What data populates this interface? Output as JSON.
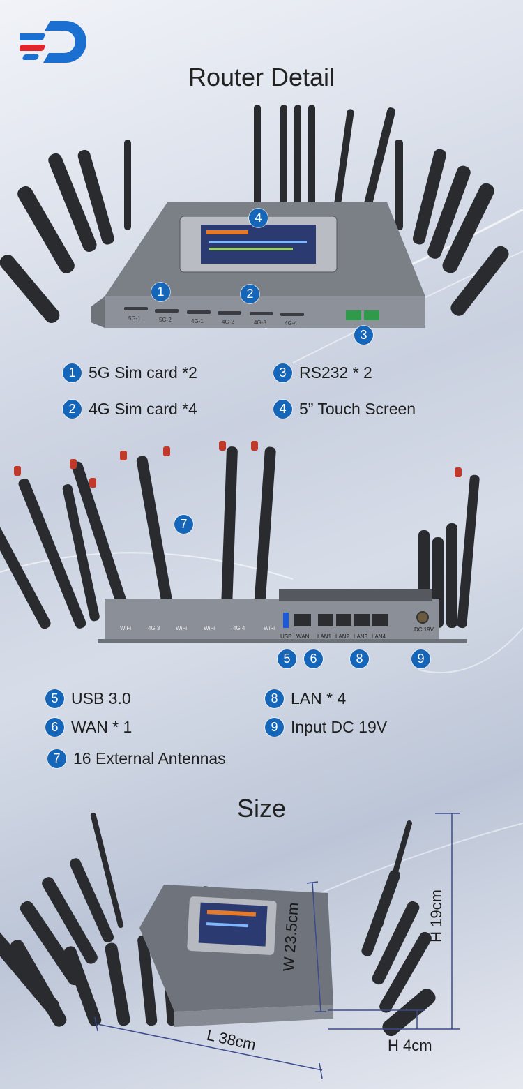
{
  "header": {
    "title": "Router Detail"
  },
  "section1": {
    "callouts": [
      "1",
      "2",
      "3",
      "4"
    ],
    "features": [
      {
        "num": "1",
        "text": "5G Sim card *2"
      },
      {
        "num": "3",
        "text": "RS232 * 2"
      },
      {
        "num": "2",
        "text": "4G Sim card *4"
      },
      {
        "num": "4",
        "text": "5”  Touch Screen"
      }
    ],
    "slot_labels": [
      "5G-1",
      "5G-2",
      "4G-1",
      "4G-2",
      "4G-3",
      "4G-4"
    ]
  },
  "section2": {
    "callouts": [
      "5",
      "6",
      "7",
      "8",
      "9"
    ],
    "features": [
      {
        "num": "5",
        "text": "USB 3.0"
      },
      {
        "num": "8",
        "text": "LAN * 4"
      },
      {
        "num": "6",
        "text": "WAN * 1"
      },
      {
        "num": "9",
        "text": "Input DC 19V"
      },
      {
        "num": "7",
        "text": "16 External Antennas"
      }
    ],
    "port_labels": [
      "USB",
      "WAN",
      "LAN1",
      "LAN2",
      "LAN3",
      "LAN4",
      "DC 19V"
    ],
    "antenna_labels": [
      "WiFi",
      "4G 3",
      "WiFi",
      "WiFi",
      "4G 4",
      "WiFi"
    ]
  },
  "size": {
    "title": "Size",
    "length": "L 38cm",
    "width": "W 23.5cm",
    "height_total": "H 19cm",
    "height_body": "H 4cm"
  },
  "colors": {
    "badge": "#1565b8",
    "logo_blue": "#1a6fd1",
    "logo_red": "#e0262d",
    "dim_line": "#3a4a8c"
  }
}
